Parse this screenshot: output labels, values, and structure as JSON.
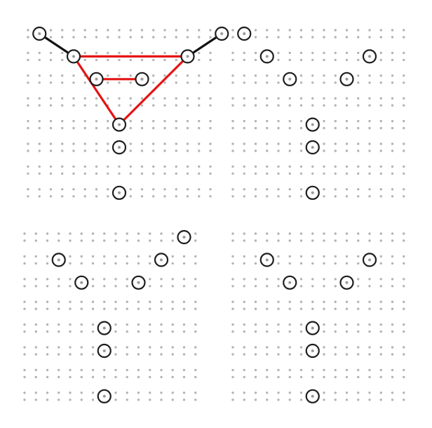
{
  "colors": {
    "grid_dot": "#b4b4b4",
    "circle_stroke": "#1e1e1e",
    "circle_center": "#9a9a9a",
    "edge_black": "#111111",
    "edge_red": "#e41414",
    "background": "#ffffff"
  },
  "panels": [
    {
      "id": "top-left",
      "nodes": [
        [
          1,
          0
        ],
        [
          4,
          1
        ],
        [
          6,
          2
        ],
        [
          10,
          2
        ],
        [
          14,
          1
        ],
        [
          17,
          0
        ],
        [
          8,
          4
        ],
        [
          8,
          5
        ],
        [
          8,
          7
        ]
      ],
      "edges": [
        {
          "from": 0,
          "to": 1,
          "color": "black"
        },
        {
          "from": 5,
          "to": 4,
          "color": "black"
        },
        {
          "from": 1,
          "to": 4,
          "color": "red"
        },
        {
          "from": 4,
          "to": 6,
          "color": "red"
        },
        {
          "from": 6,
          "to": 1,
          "color": "red"
        },
        {
          "from": 2,
          "to": 3,
          "color": "red"
        }
      ]
    },
    {
      "id": "top-right",
      "nodes": [
        [
          1,
          0
        ],
        [
          3,
          1
        ],
        [
          5,
          2
        ],
        [
          12,
          1
        ],
        [
          10,
          2
        ],
        [
          7,
          4
        ],
        [
          7,
          5
        ],
        [
          7,
          7
        ]
      ],
      "edges": []
    },
    {
      "id": "bottom-left",
      "nodes": [
        [
          3,
          1
        ],
        [
          5,
          2
        ],
        [
          14,
          0
        ],
        [
          12,
          1
        ],
        [
          10,
          2
        ],
        [
          7,
          4
        ],
        [
          7,
          5
        ],
        [
          7,
          7
        ]
      ],
      "edges": []
    },
    {
      "id": "bottom-right",
      "nodes": [
        [
          3,
          1
        ],
        [
          5,
          2
        ],
        [
          12,
          1
        ],
        [
          10,
          2
        ],
        [
          7,
          4
        ],
        [
          7,
          5
        ],
        [
          7,
          7
        ]
      ],
      "edges": []
    }
  ]
}
